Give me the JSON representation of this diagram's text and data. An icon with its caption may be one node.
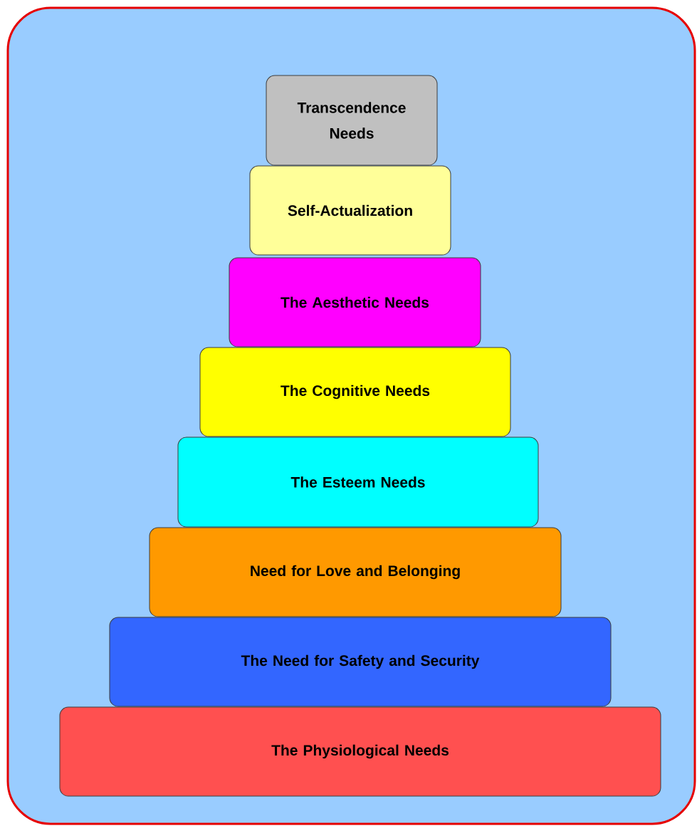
{
  "diagram": {
    "nodes": [
      {
        "text": [
          "Transcendence Needs"
        ]
      },
      {
        "text": [
          "Self-Actualization"
        ]
      },
      {
        "text": [
          "The Aesthetic Needs"
        ]
      },
      {
        "text": [
          "The Cognitive Needs"
        ]
      },
      {
        "text": [
          "The Esteem Needs"
        ]
      },
      {
        "text": [
          "Need for Love and Belonging"
        ]
      },
      {
        "text": [
          "The Need for Safety and Security"
        ]
      },
      {
        "text": [
          "The Physiological Needs"
        ]
      }
    ]
  }
}
